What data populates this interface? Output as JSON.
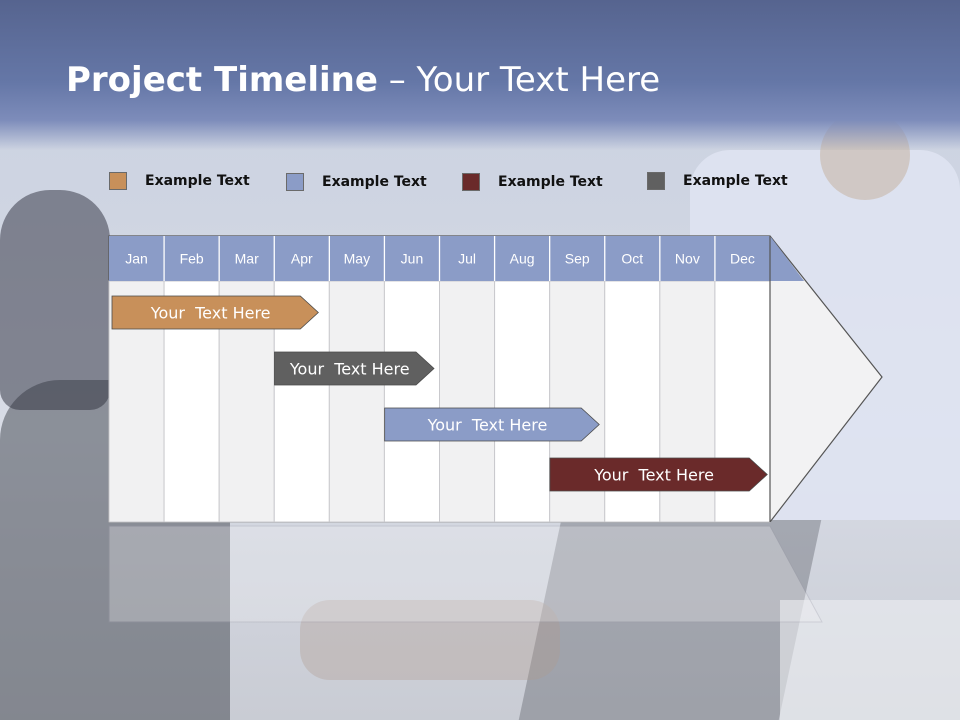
{
  "title": {
    "bold": "Project Timeline",
    "rest": " – Your Text Here"
  },
  "legend": [
    {
      "label": "Example Text",
      "color": "#c8905a"
    },
    {
      "label": "Example Text",
      "color": "#8b9cc7"
    },
    {
      "label": "Example Text",
      "color": "#6a2a2a"
    },
    {
      "label": "Example Text",
      "color": "#606060"
    }
  ],
  "timeline": {
    "months": [
      "Jan",
      "Feb",
      "Mar",
      "Apr",
      "May",
      "Jun",
      "Jul",
      "Aug",
      "Sep",
      "Oct",
      "Nov",
      "Dec"
    ],
    "header_color": "#8b9cc7",
    "tasks": [
      {
        "label": "Your  Text Here",
        "start": 0,
        "end": 3.8,
        "color": "#c8905a"
      },
      {
        "label": "Your  Text Here",
        "start": 2.95,
        "end": 5.9,
        "color": "#606060"
      },
      {
        "label": "Your  Text Here",
        "start": 4.95,
        "end": 8.9,
        "color": "#8b9cc7"
      },
      {
        "label": "Your  Text Here",
        "start": 7.95,
        "end": 11.95,
        "color": "#6a2a2a"
      }
    ]
  }
}
